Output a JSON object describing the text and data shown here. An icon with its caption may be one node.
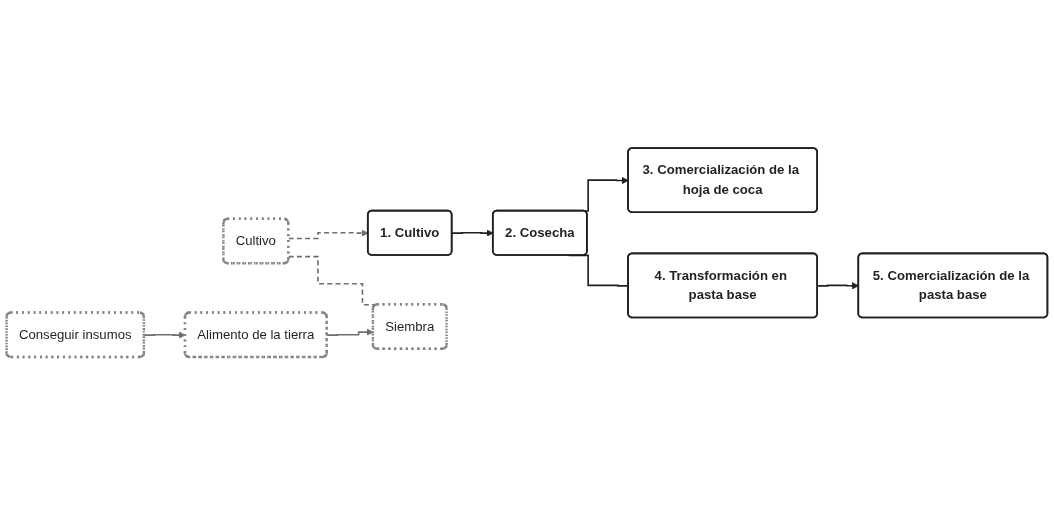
{
  "diagram": {
    "nodes": [
      {
        "text": [
          "1. Cultivo"
        ]
      },
      {
        "text": [
          "2. Cosecha"
        ]
      },
      {
        "text": [
          "3. Comercialización de la hoja de coca"
        ]
      },
      {
        "text": [
          "Cultivo"
        ]
      },
      {
        "text": [
          "Siembra"
        ]
      },
      {
        "text": [
          "4. Transformación en pasta base"
        ]
      },
      {
        "text": [
          "5. Comercialización de la pasta base"
        ]
      },
      {
        "text": [
          "Alimento de la tierra"
        ]
      },
      {
        "text": [
          "Conseguir insumos"
        ]
      }
    ],
    "edges": [
      {
        "from": 3,
        "to": 0,
        "arrow": "to",
        "style": "dashed",
        "color": "#6d6e71"
      },
      {
        "from": 0,
        "to": 1,
        "arrow": "to"
      },
      {
        "from": 1,
        "to": 2,
        "arrow": "to"
      },
      {
        "from": 3,
        "to": 4,
        "arrow": "none",
        "style": "dashed",
        "color": "#6d6e71"
      },
      {
        "from": 1,
        "to": 5,
        "arrow": "none"
      },
      {
        "from": 5,
        "to": 6,
        "arrow": "to"
      },
      {
        "from": 7,
        "to": 4,
        "arrow": "to",
        "color": "#6d6e71"
      },
      {
        "from": 8,
        "to": 7,
        "arrow": "to",
        "color": "#6d6e71"
      }
    ]
  }
}
